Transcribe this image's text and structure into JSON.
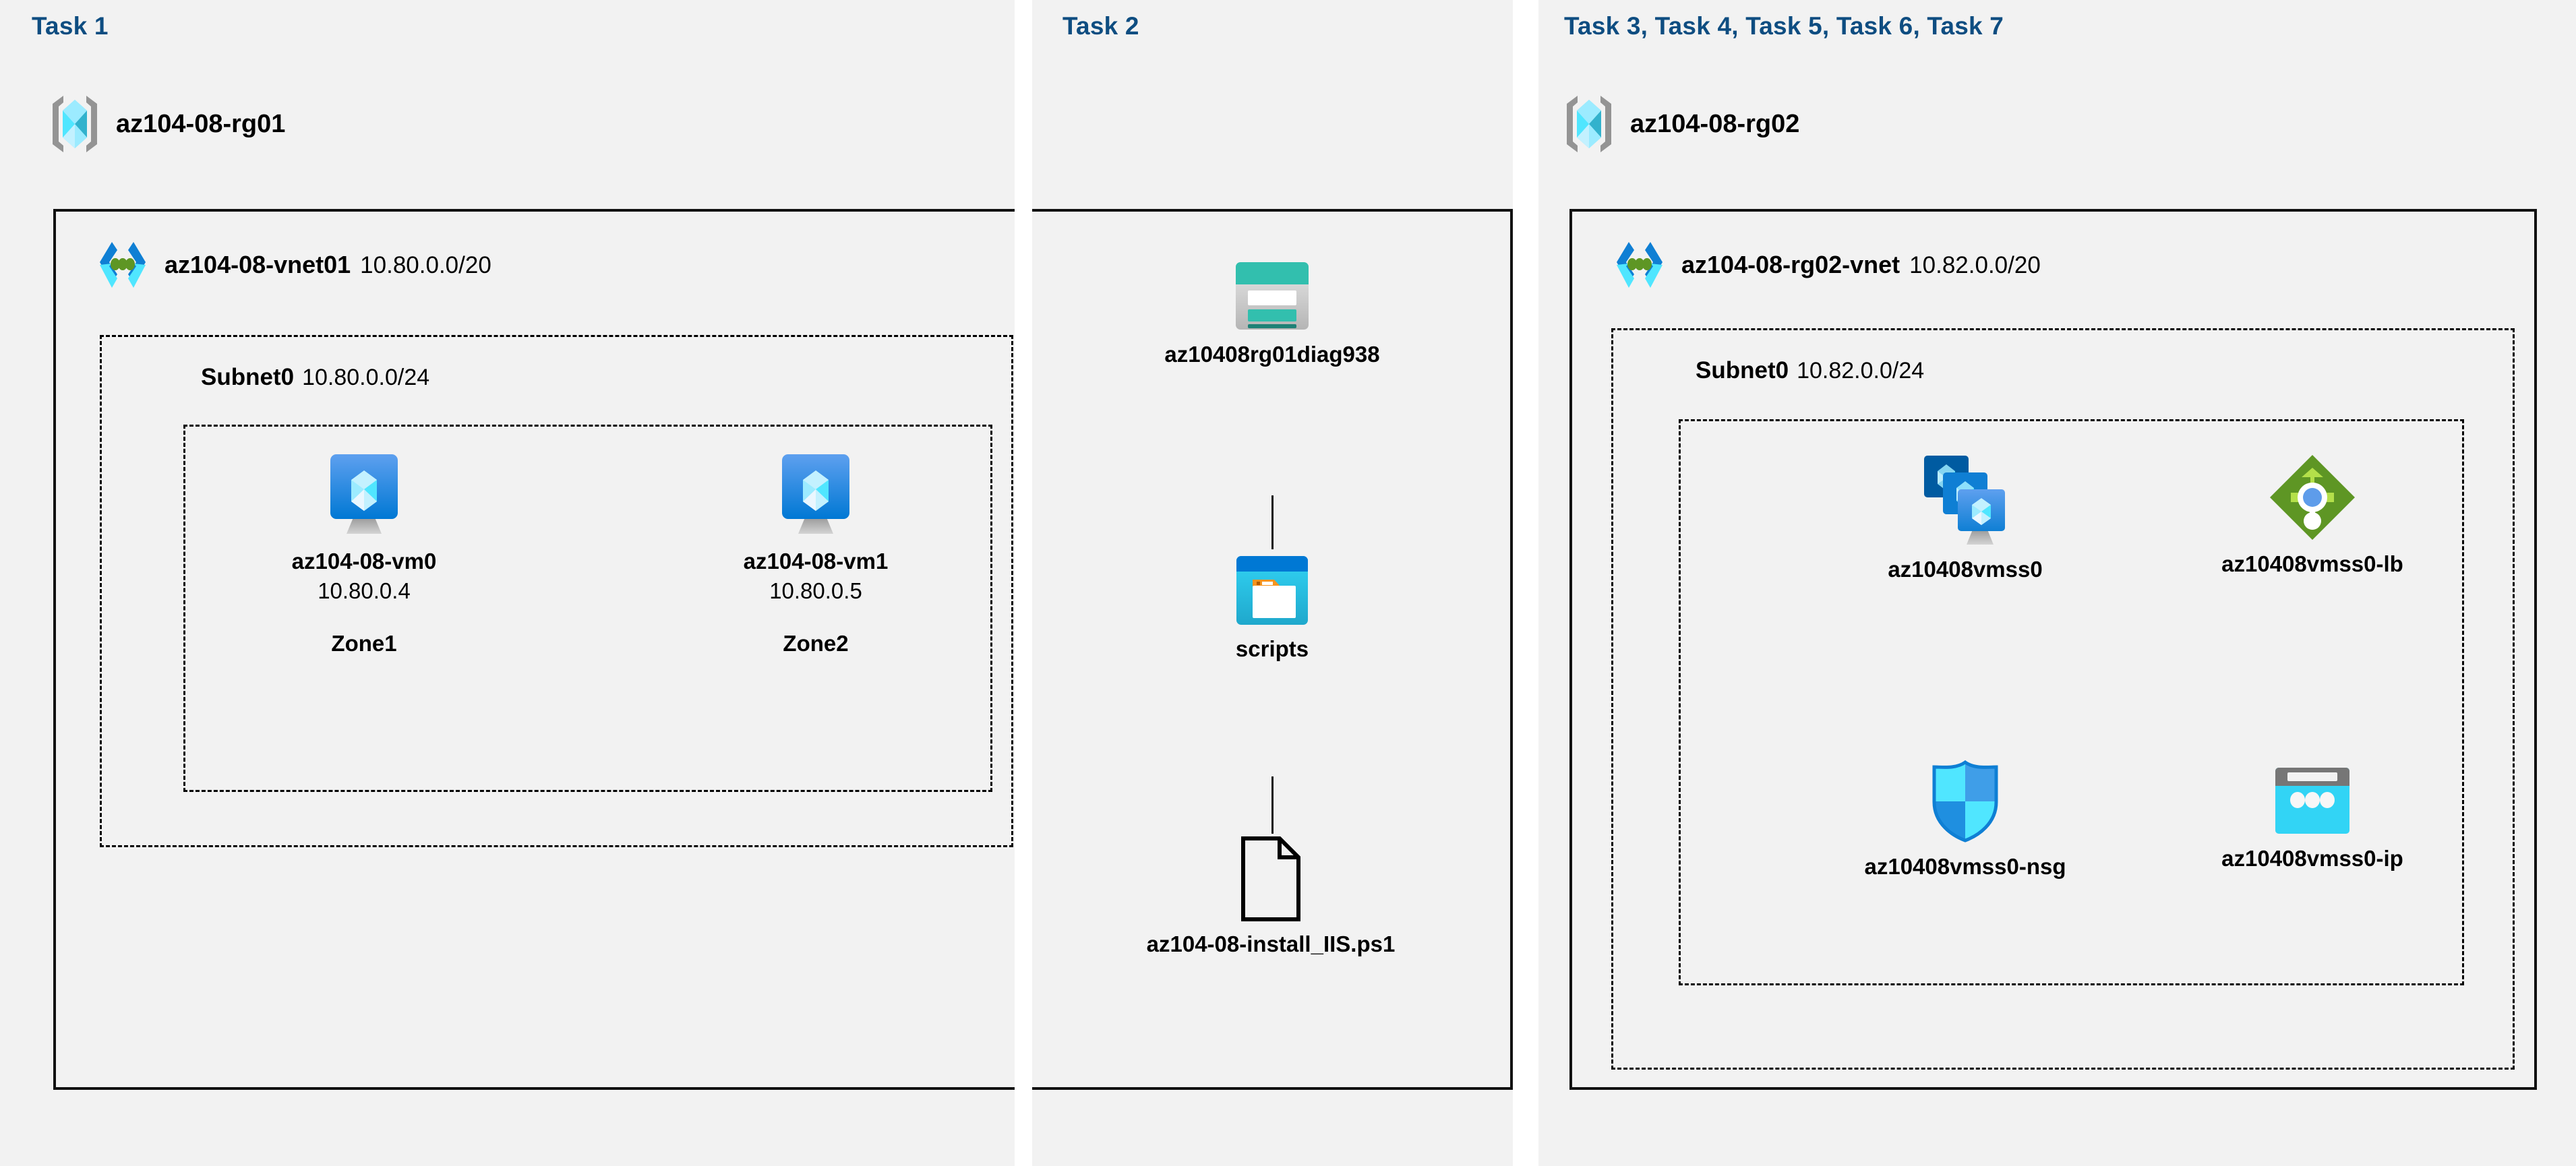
{
  "panels": [
    {
      "task_header": "Task 1"
    },
    {
      "task_header": "Task 2"
    },
    {
      "task_header": "Task 3, Task 4, Task 5, Task 6, Task 7"
    }
  ],
  "resource_groups": {
    "rg01": {
      "name": "az104-08-rg01",
      "icon": "resource-group-icon"
    },
    "rg02": {
      "name": "az104-08-rg02",
      "icon": "resource-group-icon"
    }
  },
  "vnets": {
    "vnet01": {
      "name": "az104-08-vnet01",
      "cidr": "10.80.0.0/20",
      "icon": "virtual-network-icon"
    },
    "vnet02": {
      "name": "az104-08-rg02-vnet",
      "cidr": "10.82.0.0/20",
      "icon": "virtual-network-icon"
    }
  },
  "subnets": {
    "subnet_a": {
      "name": "Subnet0",
      "cidr": "10.80.0.0/24"
    },
    "subnet_b": {
      "name": "Subnet0",
      "cidr": "10.82.0.0/24"
    }
  },
  "nodes": {
    "vm0": {
      "name": "az104-08-vm0",
      "ip": "10.80.0.4",
      "zone": "Zone1",
      "icon": "virtual-machine-icon"
    },
    "vm1": {
      "name": "az104-08-vm1",
      "ip": "10.80.0.5",
      "zone": "Zone2",
      "icon": "virtual-machine-icon"
    },
    "storage": {
      "name": "az10408rg01diag938",
      "icon": "storage-account-icon"
    },
    "scripts": {
      "name": "scripts",
      "icon": "blob-container-icon"
    },
    "file": {
      "name": "az104-08-install_IIS.ps1",
      "icon": "file-icon"
    },
    "vmss": {
      "name": "az10408vmss0",
      "icon": "vm-scale-set-icon"
    },
    "lb": {
      "name": "az10408vmss0-lb",
      "icon": "load-balancer-icon"
    },
    "nsg": {
      "name": "az10408vmss0-nsg",
      "icon": "network-security-group-icon"
    },
    "ip": {
      "name": "az10408vmss0-ip",
      "icon": "public-ip-address-icon"
    }
  },
  "colors": {
    "task_header": "#0e4d81",
    "panel_background": "#f2f2f2",
    "border": "#111111",
    "azure_blue": "#0078d4",
    "azure_cyan": "#50e6ff",
    "storage_teal": "#32bfae",
    "lb_green": "#76bc2d",
    "nsg_blue": "#1490df"
  }
}
